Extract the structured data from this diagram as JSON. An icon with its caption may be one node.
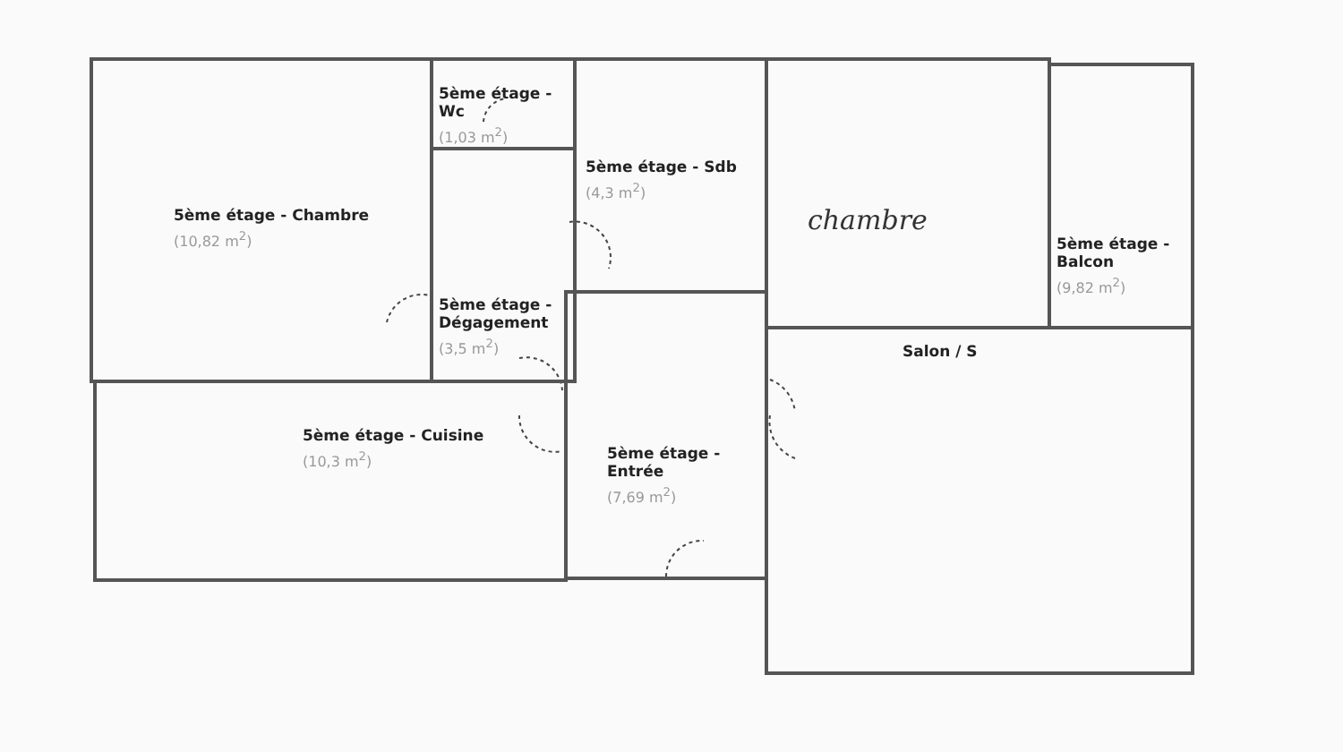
{
  "diagram": {
    "nodes": [
      {
        "text": [
          "5ème étage - Chambre",
          "(10,82 m$^{2}$)"
        ]
      },
      {
        "text": [
          "5ème étage - Wc",
          "(1,03 m$^{2}$)"
        ]
      },
      {
        "text": [
          "5ème étage - Sdb",
          "(4,3 m$^{2}$)"
        ]
      },
      {
        "text": [
          "5ème étage - Dégagement",
          "(3,5 m$^{2}$)"
        ]
      },
      {
        "text": [
          "chambre"
        ]
      },
      {
        "text": [
          "5ème étage - Balcon",
          "(9,82 m$^{2}$)"
        ]
      },
      {
        "text": [
          "5ème étage - Cuisine",
          "(10,3 m$^{2}$)"
        ]
      },
      {
        "text": [
          "5ème étage - Entrée",
          "(7,69 m$^{2}$)"
        ]
      },
      {
        "text": [
          "Salon / S"
        ]
      }
    ]
  }
}
